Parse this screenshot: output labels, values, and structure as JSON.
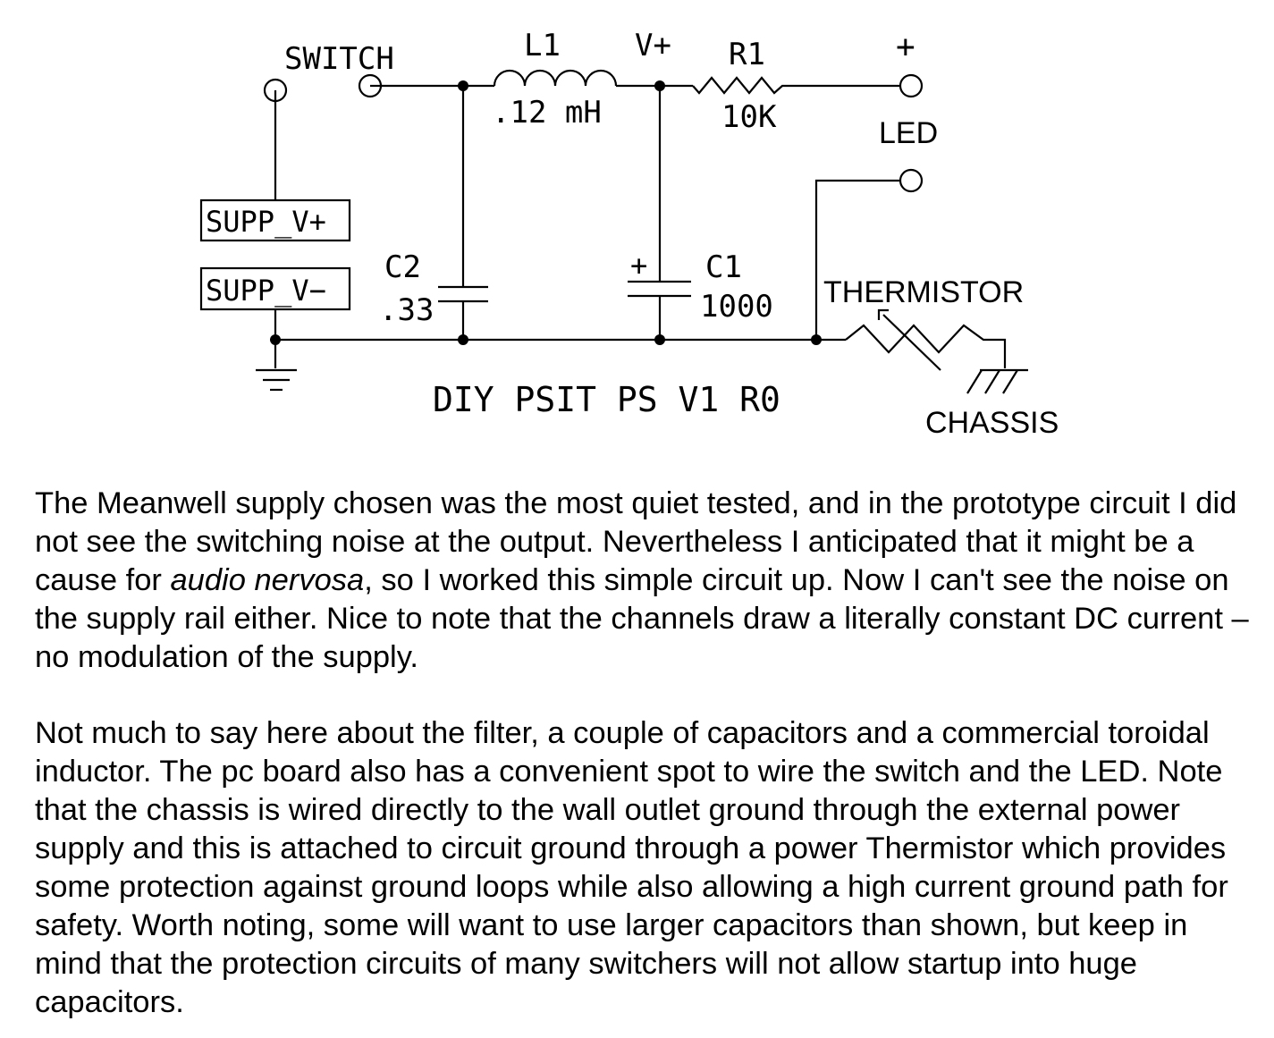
{
  "schematic": {
    "labels": {
      "switch": "SWITCH",
      "l1": "L1",
      "l1_value": ".12 mH",
      "vplus": "V+",
      "r1": "R1",
      "r1_value": "10K",
      "plus": "+",
      "led": "LED",
      "supp_vplus": "SUPP_V+",
      "supp_vminus": "SUPP_V−",
      "c2": "C2",
      "c2_value": ".33",
      "c1_polarity": "+",
      "c1": "C1",
      "c1_value": "1000",
      "thermistor": "THERMISTOR",
      "chassis": "CHASSIS",
      "title": "DIY PSIT PS V1 R0"
    }
  },
  "text": {
    "para1_a": "The Meanwell supply chosen was the most quiet tested, and in the prototype circuit I did not see the switching noise at the output. Nevertheless I anticipated that it might be a cause for ",
    "para1_em": "audio nervosa",
    "para1_b": ", so I worked this simple circuit up. Now I can't see the noise on the supply rail either.  Nice to note that the channels draw a literally constant DC current – no modulation of the supply.",
    "para2": "Not much to say here about the filter, a couple of capacitors and a commercial toroidal inductor.  The pc board also has a convenient spot to wire the switch and the LED.  Note that the chassis is wired directly to the wall outlet ground through the external power supply and this is attached to circuit ground through a power Thermistor which provides some protection against ground loops while also allowing a high current ground path for safety.  Worth noting, some will want to use larger capacitors than shown, but keep in mind that the protection circuits of many switchers will not allow startup into huge capacitors."
  }
}
